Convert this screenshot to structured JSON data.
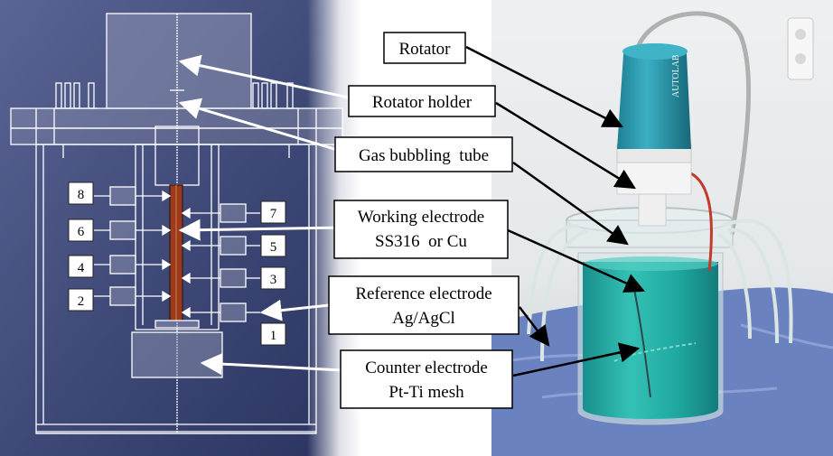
{
  "labels": {
    "rotator": "Rotator",
    "rotator_holder": "Rotator holder",
    "gas_bubbling_tube": "Gas bubbling  tube",
    "working_electrode": "Working electrode",
    "working_electrode_material": "SS316  or Cu",
    "reference_electrode": "Reference electrode",
    "reference_electrode_material": "Ag/AgCl",
    "counter_electrode": "Counter electrode",
    "counter_electrode_material": "Pt-Ti mesh"
  },
  "ports": {
    "p1": "1",
    "p2": "2",
    "p3": "3",
    "p4": "4",
    "p5": "5",
    "p6": "6",
    "p7": "7",
    "p8": "8"
  },
  "photo": {
    "brand_text": "AUTOLAB"
  },
  "colors": {
    "cad_background": "#3f4a78",
    "cad_line": "#ffffff",
    "working_electrode_rod": "#9a3b1e",
    "solution": "#1fa8a0",
    "rotator_body": "#2a93a6"
  }
}
